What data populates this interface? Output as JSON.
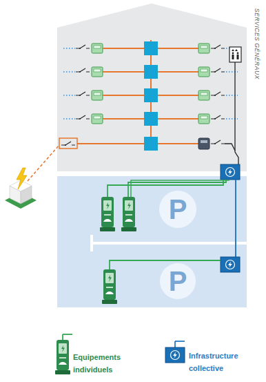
{
  "diagram": {
    "nodes": [
      {
        "text": [
          "P"
        ]
      },
      {
        "text": [
          "P"
        ]
      }
    ],
    "labels": [
      "SERVICES GÉNÉRAUX"
    ],
    "legend": [
      {
        "text": "Equipements individuels"
      },
      {
        "text": "Infrastructure collective"
      }
    ]
  }
}
